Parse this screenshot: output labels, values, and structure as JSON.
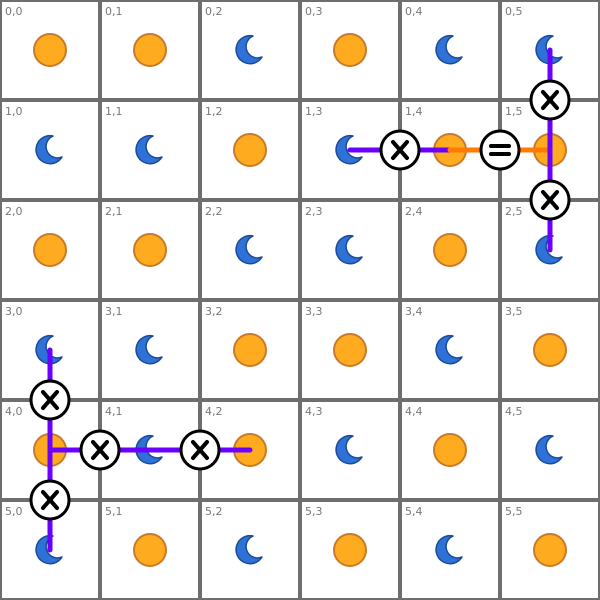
{
  "board": {
    "rows": 6,
    "cols": 6,
    "grid": [
      [
        "sun",
        "sun",
        "moon",
        "sun",
        "moon",
        "moon"
      ],
      [
        "moon",
        "moon",
        "sun",
        "moon",
        "sun",
        "sun"
      ],
      [
        "sun",
        "sun",
        "moon",
        "moon",
        "sun",
        "moon"
      ],
      [
        "moon",
        "moon",
        "sun",
        "sun",
        "moon",
        "sun"
      ],
      [
        "sun",
        "moon",
        "sun",
        "moon",
        "sun",
        "moon"
      ],
      [
        "moon",
        "sun",
        "moon",
        "sun",
        "moon",
        "sun"
      ]
    ]
  },
  "constraints": [
    {
      "a": [
        1,
        3
      ],
      "b": [
        1,
        4
      ],
      "symbol": "x",
      "color": "#6a00ff"
    },
    {
      "a": [
        1,
        4
      ],
      "b": [
        1,
        5
      ],
      "symbol": "=",
      "color": "#ff7a00"
    },
    {
      "a": [
        0,
        5
      ],
      "b": [
        1,
        5
      ],
      "symbol": "x",
      "color": "#6a00ff"
    },
    {
      "a": [
        1,
        5
      ],
      "b": [
        2,
        5
      ],
      "symbol": "x",
      "color": "#6a00ff"
    },
    {
      "a": [
        3,
        0
      ],
      "b": [
        4,
        0
      ],
      "symbol": "x",
      "color": "#6a00ff"
    },
    {
      "a": [
        4,
        0
      ],
      "b": [
        5,
        0
      ],
      "symbol": "x",
      "color": "#6a00ff"
    },
    {
      "a": [
        4,
        0
      ],
      "b": [
        4,
        1
      ],
      "symbol": "x",
      "color": "#6a00ff"
    },
    {
      "a": [
        4,
        1
      ],
      "b": [
        4,
        2
      ],
      "symbol": "x",
      "color": "#6a00ff"
    }
  ],
  "colors": {
    "sun_fill": "#ffab1f",
    "sun_stroke": "#c97a2a",
    "moon_fill": "#2e72d8",
    "moon_stroke": "#1a4a9a",
    "grid_line": "#6e6e6e",
    "cell_bg": "#ffffff",
    "constraint_badge_fill": "#ffffff",
    "constraint_badge_stroke": "#000000"
  },
  "icons": {
    "sun": "sun-icon",
    "moon": "moon-icon"
  }
}
